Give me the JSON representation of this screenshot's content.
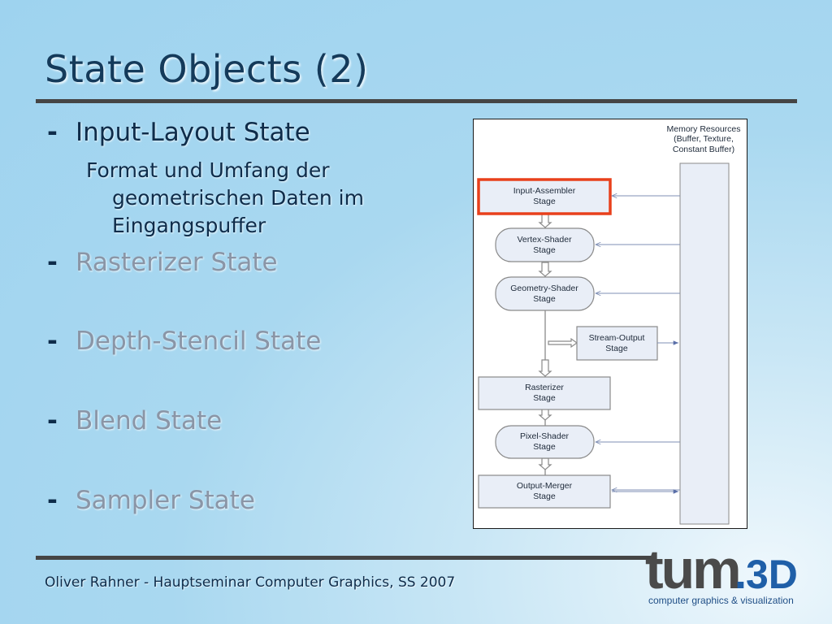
{
  "slide": {
    "title": "State Objects (2)",
    "bullets": [
      {
        "marker": "-",
        "text": "Input-Layout State",
        "sub": "Format und Umfang der geometrischen Daten im Eingangspuffer"
      },
      {
        "marker": "-",
        "text": "Rasterizer State"
      },
      {
        "marker": "-",
        "text": "Depth-Stencil State"
      },
      {
        "marker": "-",
        "text": "Blend State"
      },
      {
        "marker": "-",
        "text": "Sampler State"
      }
    ],
    "footer": "Oliver Rahner - Hauptseminar Computer Graphics, SS 2007"
  },
  "diagram": {
    "memory": [
      "Memory Resources",
      "(Buffer, Texture,",
      "Constant Buffer)"
    ],
    "stages": [
      {
        "l1": "Input-Assembler",
        "l2": "Stage"
      },
      {
        "l1": "Vertex-Shader",
        "l2": "Stage"
      },
      {
        "l1": "Geometry-Shader",
        "l2": "Stage"
      },
      {
        "l1": "Stream-Output",
        "l2": "Stage"
      },
      {
        "l1": "Rasterizer",
        "l2": "Stage"
      },
      {
        "l1": "Pixel-Shader",
        "l2": "Stage"
      },
      {
        "l1": "Output-Merger",
        "l2": "Stage"
      }
    ]
  },
  "logo": {
    "wordmark_left": "tum",
    "wordmark_dot": ".",
    "wordmark_right": "3D",
    "tagline": "computer graphics & visualization"
  },
  "colors": {
    "background": "#9ed3ef",
    "title": "#143a5a",
    "dim_text": "#8a95a6",
    "highlight_box": "#e8401c",
    "stage_fill": "#e9eef7",
    "logo_gray": "#4a4a4a",
    "logo_blue": "#1f5fa8"
  }
}
